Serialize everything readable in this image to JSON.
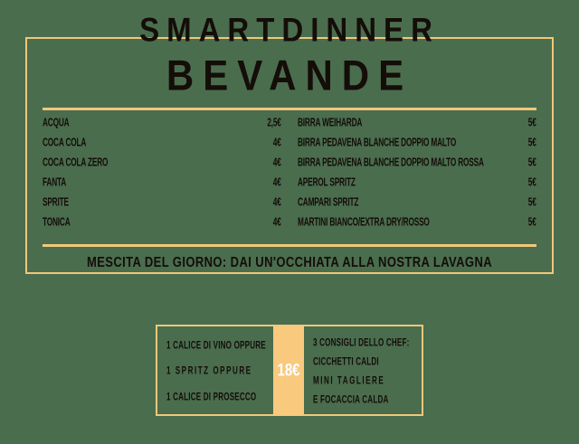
{
  "theme": {
    "background": "#4a6d4e",
    "border_gold": "#f0c87a",
    "text_dark": "#140d08",
    "price_band": "#f9c97e",
    "price_text": "#ffffff"
  },
  "menu": {
    "title": "BEVANDE",
    "left_column": [
      {
        "name": "ACQUA",
        "price": "2,5€"
      },
      {
        "name": "COCA COLA",
        "price": "4€"
      },
      {
        "name": "COCA COLA ZERO",
        "price": "4€"
      },
      {
        "name": "FANTA",
        "price": "4€"
      },
      {
        "name": "SPRITE",
        "price": "4€"
      },
      {
        "name": "TONICA",
        "price": "4€"
      }
    ],
    "right_column": [
      {
        "name": "BIRRA WEIHARDA",
        "price": "5€"
      },
      {
        "name": "BIRRA PEDAVENA BLANCHE DOPPIO MALTO",
        "price": "5€"
      },
      {
        "name": "BIRRA PEDAVENA BLANCHE DOPPIO MALTO ROSSA",
        "price": "5€"
      },
      {
        "name": "APEROL SPRITZ",
        "price": "5€"
      },
      {
        "name": "CAMPARI SPRITZ",
        "price": "5€"
      },
      {
        "name": "MARTINI BIANCO/EXTRA DRY/ROSSO",
        "price": "5€"
      }
    ],
    "footer_note": "MESCITA DEL GIORNO: DAI UN'OCCHIATA ALLA NOSTRA LAVAGNA"
  },
  "smartdinner": {
    "title": "SMARTDINNER",
    "price": "18€",
    "drink_options": [
      "1 CALICE DI VINO OPPURE",
      "1 SPRITZ OPPURE",
      "1 CALICE DI PROSECCO"
    ],
    "food_options": [
      "3 CONSIGLI DELLO CHEF:",
      "CICCHETTI CALDI",
      "MINI TAGLIERE",
      "E FOCACCIA CALDA"
    ]
  }
}
